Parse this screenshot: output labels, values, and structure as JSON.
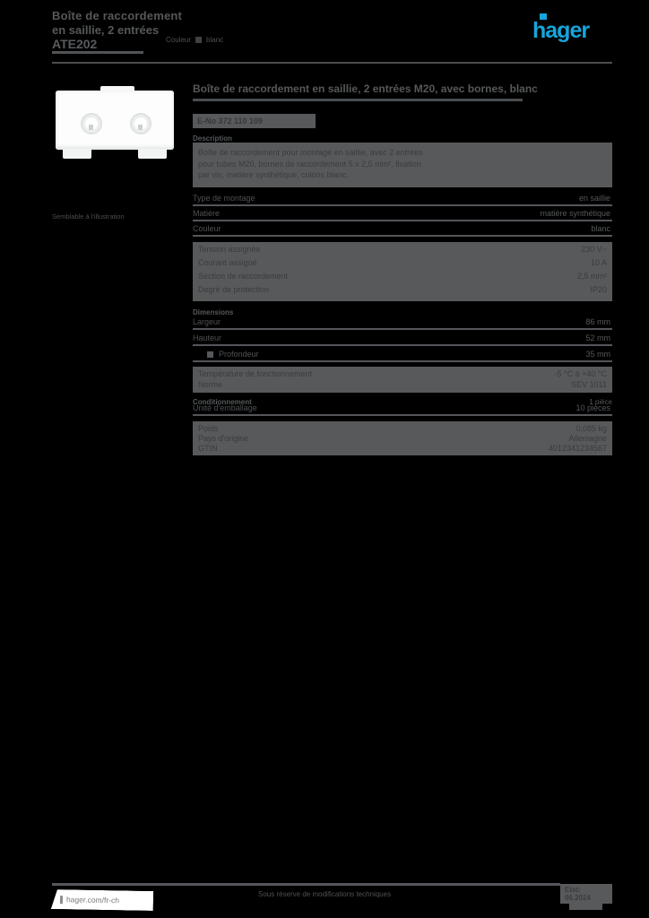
{
  "colors": {
    "accent_blue": "#16a5da",
    "band_gray": "#57595b",
    "text_gray": "#55585a",
    "background": "#000000"
  },
  "header": {
    "title_line1": "Boîte de raccordement",
    "title_line2": "en saillie, 2 entrées",
    "reference": "ATE202",
    "color_label": "Couleur",
    "color_value": "blanc",
    "logo_text": "hager"
  },
  "product": {
    "image_caption": "Semblable à l'illustration"
  },
  "main": {
    "heading": "Boîte de raccordement en saillie, 2 entrées M20, avec bornes, blanc",
    "enumber": "E-No 372 110 109",
    "description_title": "Description",
    "description_lines": [
      "Boîte de raccordement pour montage en saillie, avec 2 entrées",
      "pour tubes M20, bornes de raccordement 5 x 2,5 mm², fixation",
      "par vis, matière synthétique, coloris blanc."
    ],
    "spec_rows": [
      {
        "label": "Type de montage",
        "value": "en saillie"
      },
      {
        "label": "Matière",
        "value": "matière synthétique"
      },
      {
        "label": "Couleur",
        "value": "blanc"
      }
    ],
    "block2_rows": [
      {
        "label": "Tension assignée",
        "value": "230 V~"
      },
      {
        "label": "Courant assigné",
        "value": "10 A"
      },
      {
        "label": "Section de raccordement",
        "value": "2,5 mm²"
      },
      {
        "label": "Degré de protection",
        "value": "IP20"
      }
    ],
    "dimensions_title": "Dimensions",
    "dim_rows": [
      {
        "label": "Largeur",
        "value": "86 mm"
      },
      {
        "label": "Hauteur",
        "value": "52 mm"
      },
      {
        "label": "Profondeur",
        "value": "35 mm"
      }
    ],
    "block3_rows": [
      {
        "label": "Température de fonctionnement",
        "value": "-5 °C à +40 °C"
      },
      {
        "label": "Norme",
        "value": "SEV 1011"
      }
    ],
    "packaging_title": "Conditionnement",
    "packaging_value": "1 pièce",
    "packaging_row": {
      "label": "Unité d'emballage",
      "value": "10 pièces"
    },
    "block4_rows": [
      {
        "label": "Poids",
        "value": "0,085 kg"
      },
      {
        "label": "Pays d'origine",
        "value": "Allemagne"
      },
      {
        "label": "GTIN",
        "value": "4012341234567"
      }
    ]
  },
  "footer": {
    "website": "hager.com/fr-ch",
    "note": "Sous réserve de modifications techniques",
    "page_line1": "Etat:",
    "page_line2": "06.2024"
  }
}
